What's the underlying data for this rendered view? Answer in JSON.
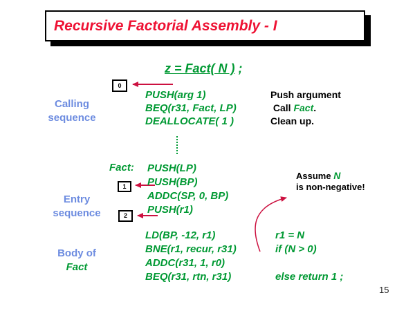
{
  "colors": {
    "title_red": "#ee1133",
    "code_green": "#009933",
    "label_blue": "#6d8ce0",
    "arrow_red": "#cc1140"
  },
  "title": "Recursive Factorial Assembly - I",
  "equation": {
    "main": "z = Fact( N )",
    "suffix": " ;"
  },
  "markers": {
    "m0": "0",
    "m1": "1",
    "m2": "2"
  },
  "calling": {
    "label_line1": "Calling",
    "label_line2": "sequence",
    "code": {
      "line1": "PUSH(arg 1)",
      "line2": "BEQ(r31, Fact, LP)",
      "line3": "DEALLOCATE( 1 )"
    },
    "comments": {
      "line1": "Push argument",
      "line2_prefix": " Call ",
      "line2_fact": "Fact",
      "line2_suffix": ".",
      "line3": "Clean up."
    }
  },
  "entry": {
    "fact_label": "Fact:",
    "label_line1": "Entry",
    "label_line2": "sequence",
    "code": {
      "line1": "PUSH(LP)",
      "line2": "PUSH(BP)",
      "line3": "ADDC(SP, 0, BP)",
      "line4": "PUSH(r1)"
    },
    "note": {
      "line1_prefix": "Assume ",
      "line1_n": "N",
      "line2": "is non-negative!"
    }
  },
  "body": {
    "label_line1": "Body of",
    "label_line2": "Fact",
    "code": {
      "line1": "LD(BP, -12, r1)",
      "line2": "BNE(r1, recur, r31)",
      "line3": "ADDC(r31, 1, r0)",
      "line4": "BEQ(r31, rtn, r31)"
    },
    "comments": {
      "line1": "r1 = N",
      "line2": "if (N > 0)",
      "line4": "else return 1 ;"
    }
  },
  "page_number": "15"
}
